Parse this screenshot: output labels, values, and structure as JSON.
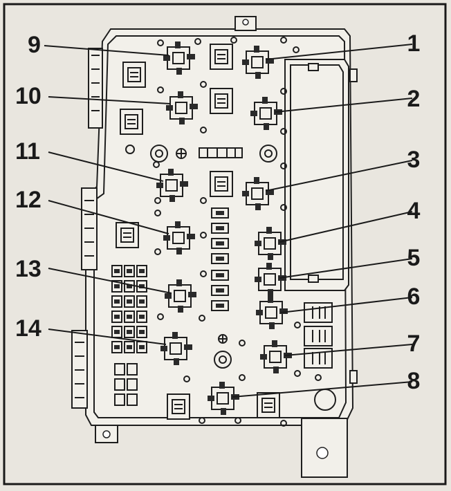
{
  "callouts": [
    {
      "number": "9",
      "side": "left",
      "target": "relay-9"
    },
    {
      "number": "10",
      "side": "left",
      "target": "relay-10"
    },
    {
      "number": "11",
      "side": "left",
      "target": "relay-11"
    },
    {
      "number": "12",
      "side": "left",
      "target": "relay-12"
    },
    {
      "number": "13",
      "side": "left",
      "target": "relay-13"
    },
    {
      "number": "14",
      "side": "left",
      "target": "relay-14"
    },
    {
      "number": "1",
      "side": "right",
      "target": "relay-1"
    },
    {
      "number": "2",
      "side": "right",
      "target": "relay-2"
    },
    {
      "number": "3",
      "side": "right",
      "target": "relay-3"
    },
    {
      "number": "4",
      "side": "right",
      "target": "relay-4"
    },
    {
      "number": "5",
      "side": "right",
      "target": "relay-5"
    },
    {
      "number": "6",
      "side": "right",
      "target": "relay-6"
    },
    {
      "number": "7",
      "side": "right",
      "target": "relay-7"
    },
    {
      "number": "8",
      "side": "right",
      "target": "relay-8"
    }
  ],
  "colors": {
    "line": "#1e1e1e",
    "paper": "#e9e6df",
    "panel": "#f2f0ea"
  }
}
